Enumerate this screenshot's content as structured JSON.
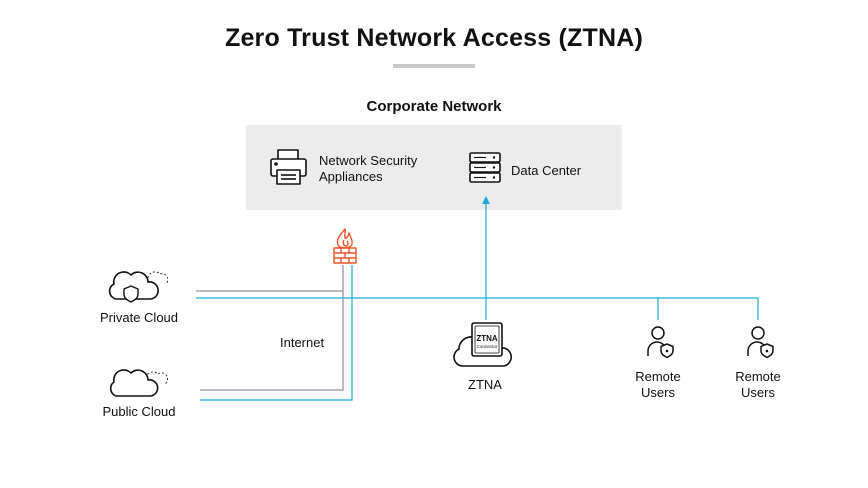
{
  "title": "Zero Trust Network Access (ZTNA)",
  "corporate_network": {
    "title": "Corporate Network",
    "security_label_line1": "Network Security",
    "security_label_line2": "Appliances",
    "datacenter_label": "Data Center"
  },
  "nodes": {
    "private_cloud": "Private Cloud",
    "public_cloud": "Public Cloud",
    "internet": "Internet",
    "ztna": "ZTNA",
    "ztna_badge_line1": "ZTNA",
    "ztna_badge_line2": "Connector",
    "remote_users_1_line1": "Remote",
    "remote_users_1_line2": "Users",
    "remote_users_2_line1": "Remote",
    "remote_users_2_line2": "Users"
  },
  "colors": {
    "ztna_link": "#1fa9d6",
    "internet_link": "#8e8e9e",
    "firewall": "#e8552c",
    "box_bg": "#ececec"
  }
}
